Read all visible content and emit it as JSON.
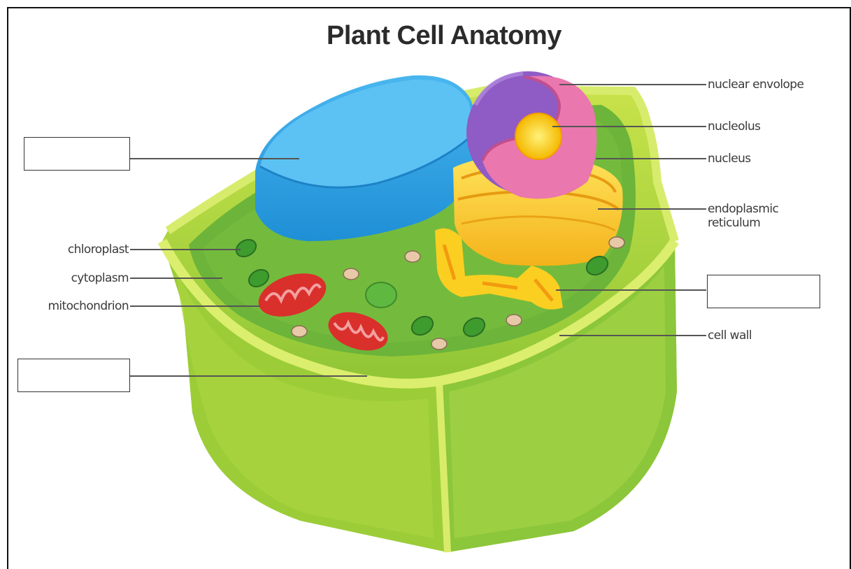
{
  "diagram": {
    "title": "Plant Cell Anatomy",
    "labels": {
      "nuclear_envelope": "nuclear envolope",
      "nucleolus": "nucleolus",
      "nucleus": "nucleus",
      "endoplasmic_reticulum": "endoplasmic reticulum",
      "cell_wall": "cell wall",
      "chloroplast": "chloroplast",
      "cytoplasm": "cytoplasm",
      "mitochondrion": "mitochondrion"
    },
    "blank_boxes": [
      "vacuole-blank",
      "golgi-blank",
      "cell-membrane-blank"
    ],
    "colors": {
      "cell_wall": "#8cc63f",
      "cytoplasm": "#6db33f",
      "vacuole": "#3fa9e8",
      "nucleus": "#e86fa8",
      "nuclear_envelope": "#8e5cc4",
      "nucleolus": "#ffd21f",
      "er_golgi": "#f7c81e",
      "mitochondrion": "#d9302c",
      "chloroplast": "#3f9a2f"
    }
  }
}
